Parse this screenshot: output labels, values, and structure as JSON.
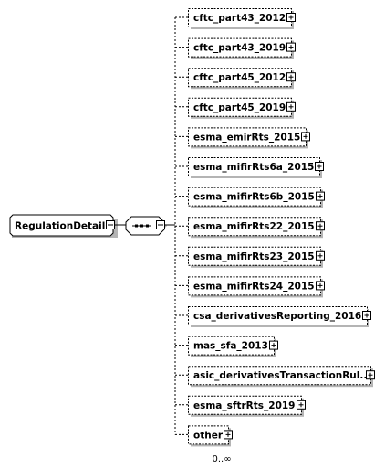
{
  "root": {
    "label": "RegulationDetails"
  },
  "sequence": {
    "occurrence": "0..∞"
  },
  "children": [
    {
      "label": "cftc_part43_2012"
    },
    {
      "label": "cftc_part43_2019"
    },
    {
      "label": "cftc_part45_2012"
    },
    {
      "label": "cftc_part45_2019"
    },
    {
      "label": "esma_emirRts_2015"
    },
    {
      "label": "esma_mifirRts6a_2015"
    },
    {
      "label": "esma_mifirRts6b_2015"
    },
    {
      "label": "esma_mifirRts22_2015"
    },
    {
      "label": "esma_mifirRts23_2015"
    },
    {
      "label": "esma_mifirRts24_2015"
    },
    {
      "label": "csa_derivativesReporting_2016"
    },
    {
      "label": "mas_sfa_2013"
    },
    {
      "label": "asic_derivativesTransactionRul..."
    },
    {
      "label": "esma_sftrRts_2019"
    },
    {
      "label": "other"
    }
  ],
  "colors": {
    "line": "#000000",
    "box_fill": "#ffffff",
    "shadow": "#b4b4b4"
  }
}
